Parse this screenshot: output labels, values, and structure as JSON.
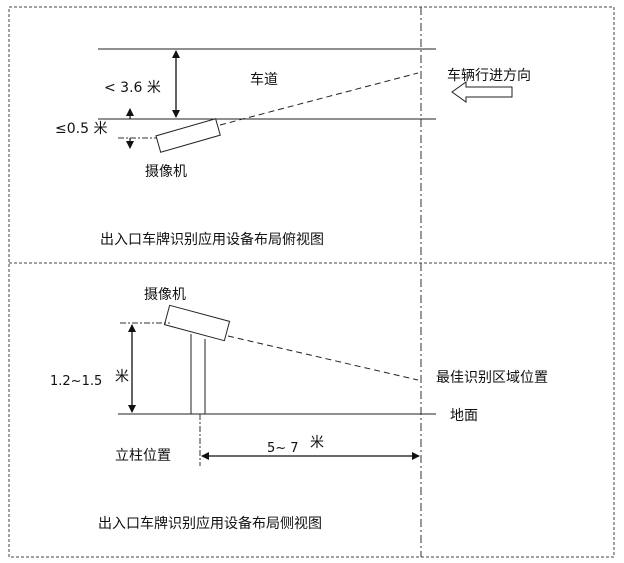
{
  "top_view": {
    "road_width": "< 3.6 米",
    "offset": "≤0.5 米",
    "lane": "车道",
    "direction": "车辆行进方向",
    "camera": "摄像机",
    "caption": "出入口车牌识别应用设备布局俯视图"
  },
  "side_view": {
    "camera": "摄像机",
    "height_num": "1.2~1.5",
    "height_unit": "米",
    "best_zone": "最佳识别区域位置",
    "ground": "地面",
    "pole_position": "立柱位置",
    "distance_num": "5~ 7",
    "distance_unit": "米",
    "caption": "出入口车牌识别应用设备布局侧视图"
  },
  "colors": {
    "line": "#222222",
    "background": "#ffffff"
  }
}
